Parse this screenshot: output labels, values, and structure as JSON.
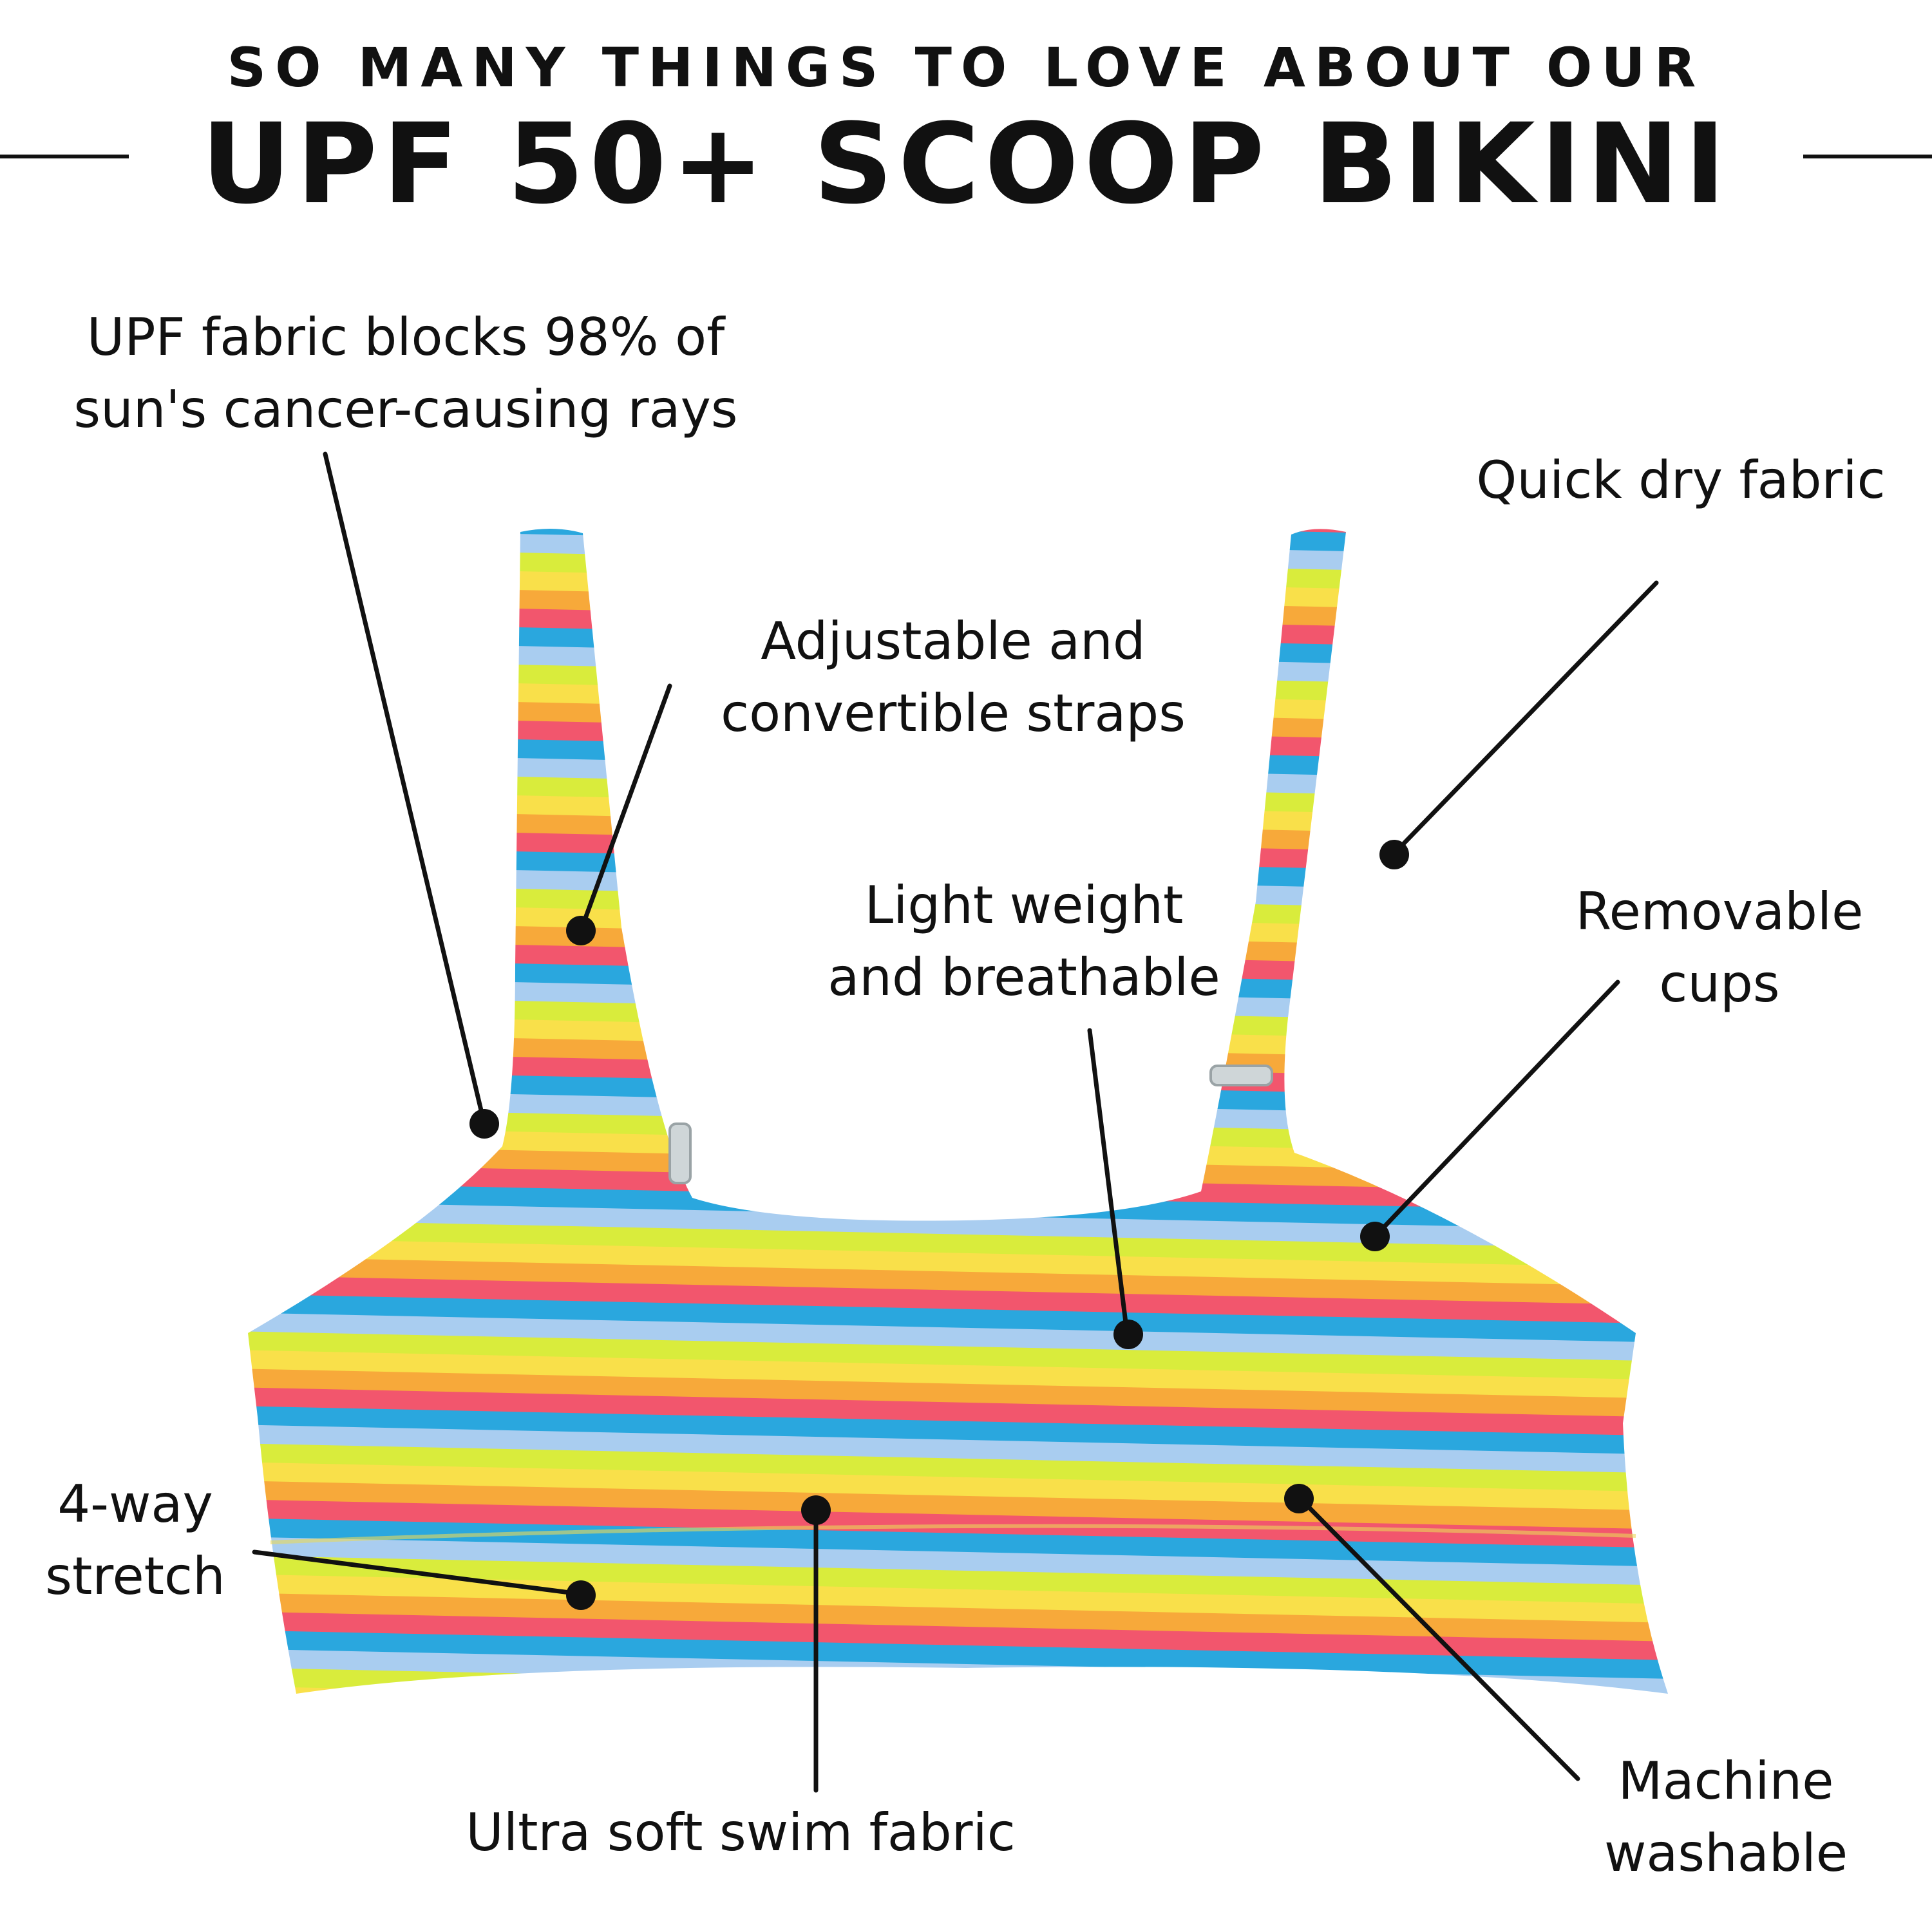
{
  "header": {
    "subtitle": "SO MANY THINGS TO LOVE ABOUT OUR",
    "title": "UPF 50+ SCOOP BIKINI"
  },
  "product": {
    "stripe_colors": [
      "#f9e04a",
      "#f7a93a",
      "#f2566d",
      "#2aa7de",
      "#a9cdf0",
      "#d9ec3c"
    ]
  },
  "callouts": {
    "upf": [
      "UPF fabric blocks 98% of",
      "sun's cancer-causing rays"
    ],
    "quick_dry": [
      "Quick dry fabric"
    ],
    "straps": [
      "Adjustable and",
      "convertible straps"
    ],
    "light": [
      "Light weight",
      "and breathable"
    ],
    "removable": [
      "Removable",
      "cups"
    ],
    "stretch": [
      "4-way",
      "stretch"
    ],
    "soft": [
      "Ultra soft swim fabric"
    ],
    "washable": [
      "Machine",
      "washable"
    ]
  }
}
